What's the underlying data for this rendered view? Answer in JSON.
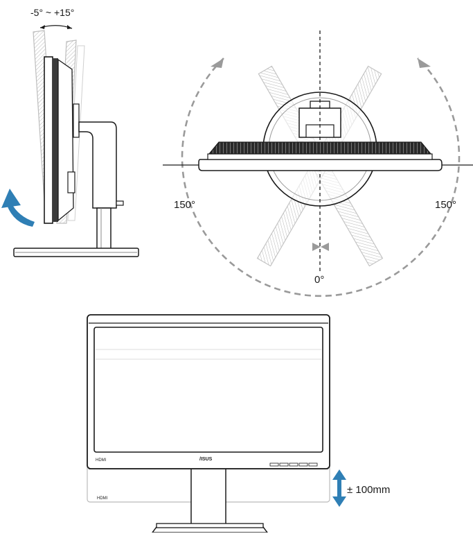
{
  "tilt": {
    "angle_label": "-5° ~ +15°"
  },
  "swivel": {
    "left_label": "150°",
    "right_label": "150°",
    "bottom_label": "0°"
  },
  "height": {
    "range_label": "± 100mm"
  },
  "monitor": {
    "brand": "/ISUS",
    "port_label": "HDMI"
  },
  "colors": {
    "outline": "#1a1a1a",
    "dashed_arrow": "#9a9a9a",
    "ghost": "#c8c8c8",
    "tilt_arrow": "#2f7fb5",
    "height_arrow": "#2f7fb5"
  }
}
